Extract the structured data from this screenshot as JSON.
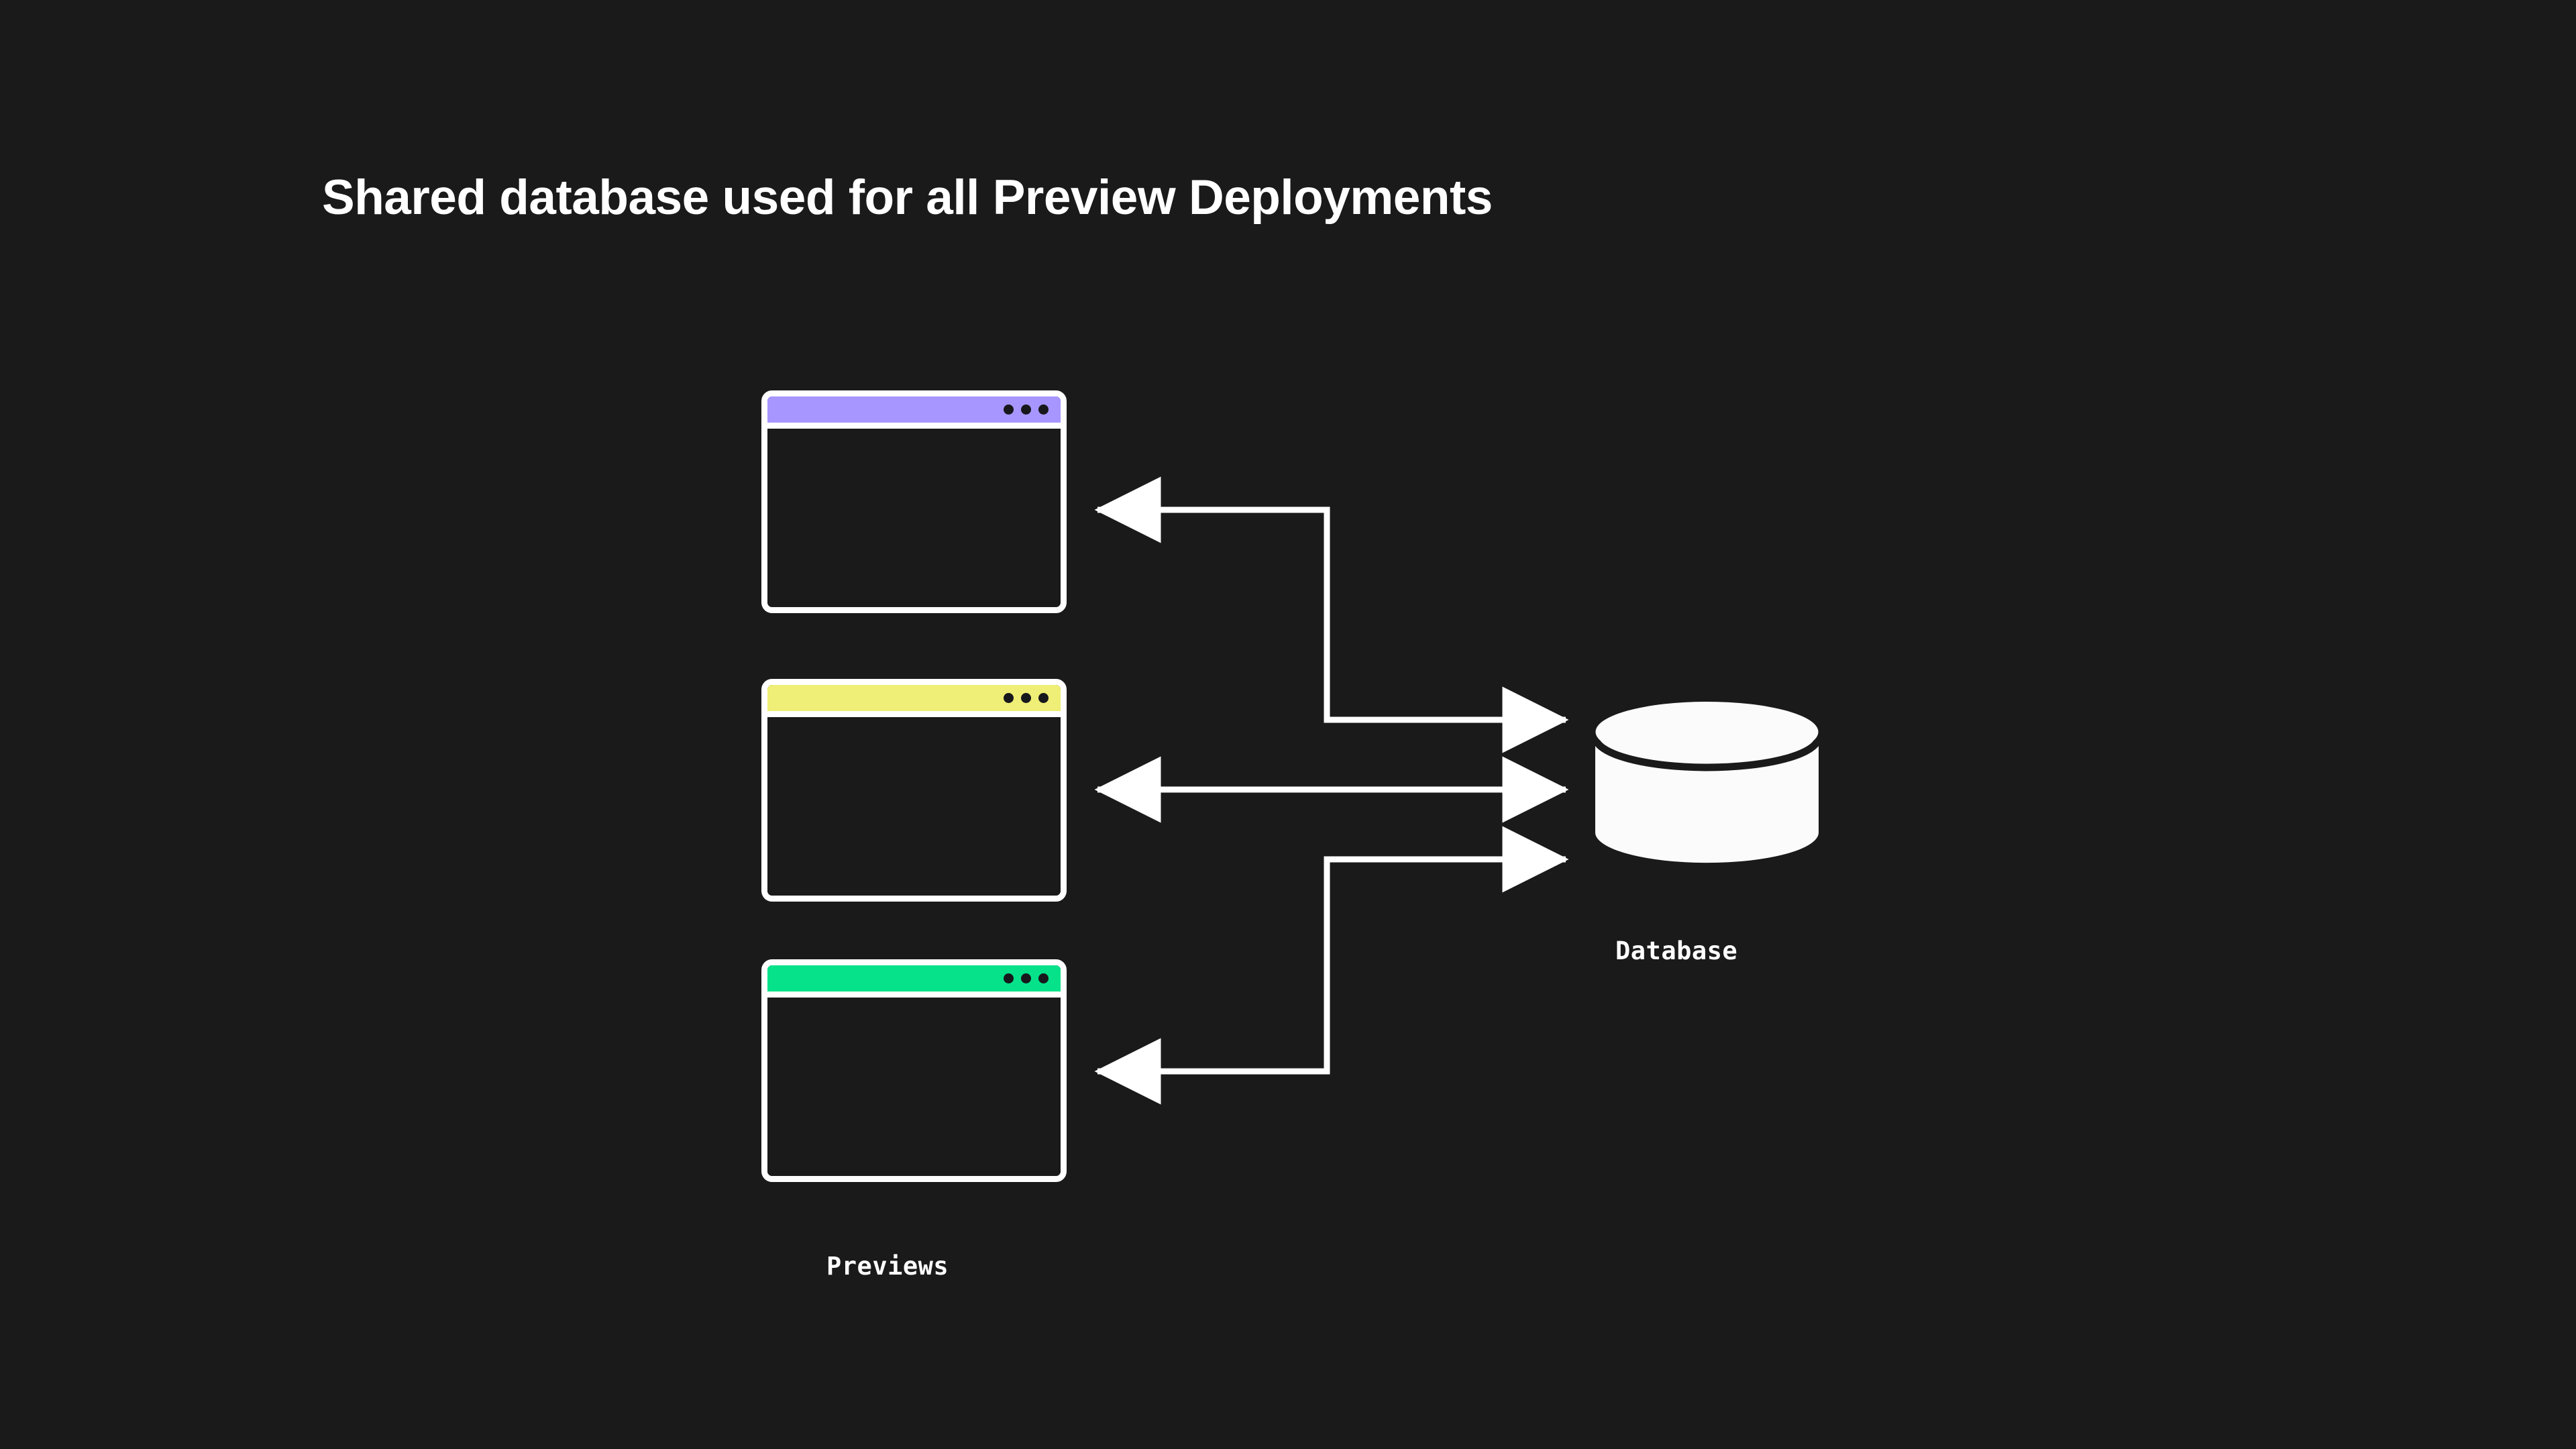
{
  "page": {
    "title": "Shared database used for all Preview Deployments",
    "background_color": "#1a1a1a",
    "foreground_color": "#ffffff"
  },
  "diagram": {
    "type": "architecture-diagram",
    "previews": {
      "group_label": "Previews",
      "windows": [
        {
          "name": "preview-window-purple",
          "header_color": "#a796ff",
          "dots": 3
        },
        {
          "name": "preview-window-yellow",
          "header_color": "#efee76",
          "dots": 3
        },
        {
          "name": "preview-window-green",
          "header_color": "#05e28a",
          "dots": 3
        }
      ]
    },
    "database": {
      "label": "Database",
      "shape": "cylinder",
      "fill_color": "#fbfbfb",
      "outline_color": "#1a1a1a"
    },
    "connectors": [
      {
        "name": "purple-to-database",
        "from": "preview-window-purple",
        "to": "database",
        "style": "elbow",
        "arrowheads": "both"
      },
      {
        "name": "yellow-to-database",
        "from": "preview-window-yellow",
        "to": "database",
        "style": "straight",
        "arrowheads": "both"
      },
      {
        "name": "green-to-database",
        "from": "preview-window-green",
        "to": "database",
        "style": "elbow",
        "arrowheads": "both"
      }
    ]
  }
}
